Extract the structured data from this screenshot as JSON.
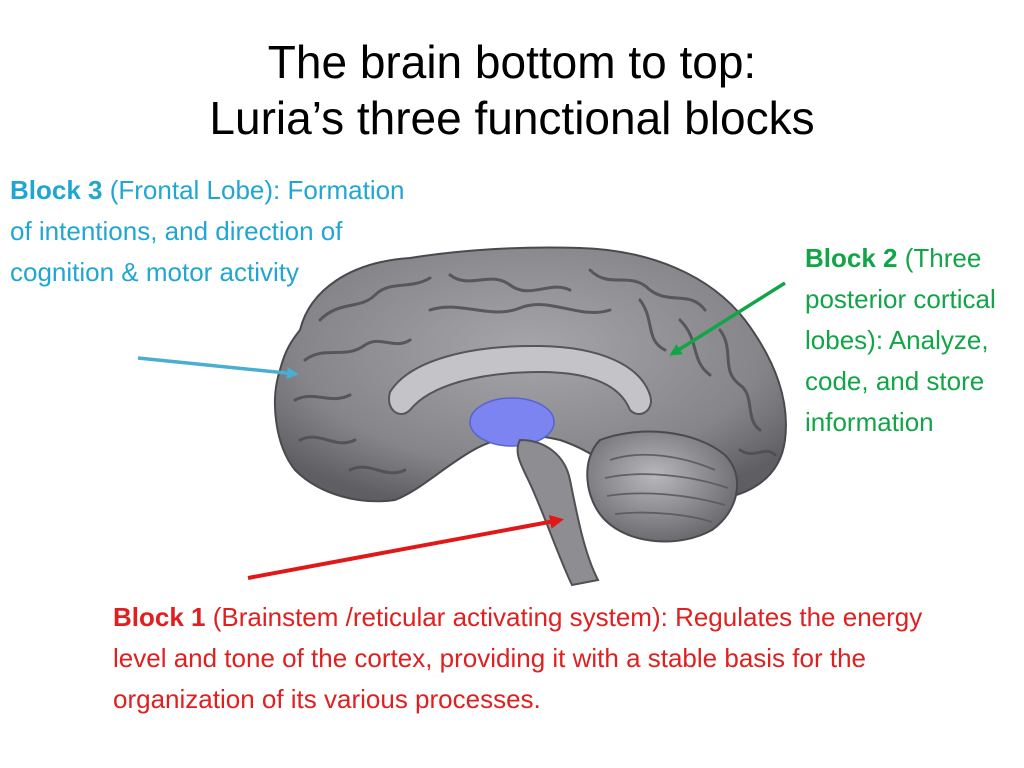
{
  "title": {
    "line1": "The brain bottom to top:",
    "line2": "Luria’s three functional blocks"
  },
  "colors": {
    "block3": "#21a6d4",
    "block2": "#12a548",
    "block1": "#e02020",
    "brain_gray": "#8a8a8e",
    "thalamus": "#7b84f0"
  },
  "block3": {
    "heading": "Block 3",
    "text": " (Frontal Lobe): Formation of  intentions, and direction of cognition & motor activity"
  },
  "block2": {
    "heading": "Block 2",
    "text": " (Three posterior cortical lobes): Analyze, code, and store information"
  },
  "block1": {
    "heading": "Block 1",
    "text": " (Brainstem /reticular activating system): Regulates the energy level and tone of the cortex, providing it with a stable basis for the organization of its various processes."
  }
}
